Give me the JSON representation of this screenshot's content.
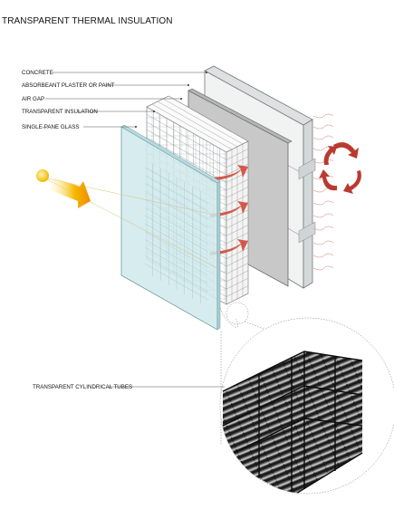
{
  "title": "TRANSPARENT THERMAL INSULATION",
  "labels": {
    "concrete": "CONCRETE",
    "absorbent": "ABSORBEANT PLASTER OR PAINT",
    "air_gap": "AIR GAP",
    "insulation": "TRANSPARENT INSULATION",
    "glass": "SINGLE-PANE GLASS",
    "tubes": "TRANSPARENT CYLINDRICAL TUBES"
  },
  "colors": {
    "glass": "#cde9ec",
    "absorber": "#c9c9c9",
    "concrete": "#eceeee",
    "heat_arrow": "#c0392b",
    "sun": "#f4c20d"
  },
  "icons": [
    "sun-icon",
    "sun-ray-arrow-icon",
    "heat-flow-arrow-icon",
    "circulation-arrows-icon"
  ]
}
